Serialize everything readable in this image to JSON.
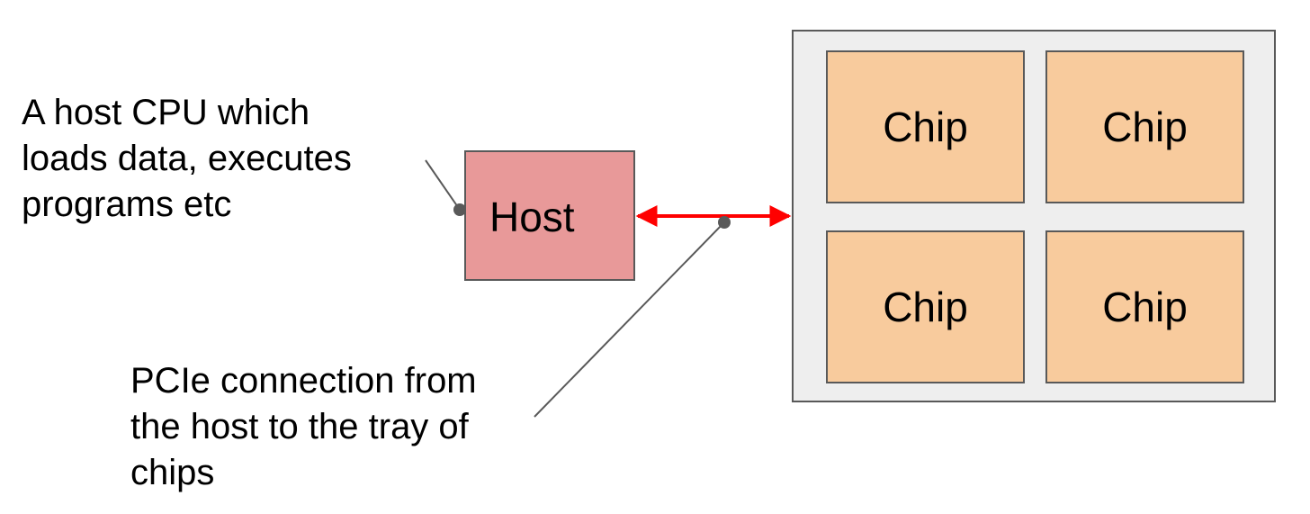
{
  "annotations": {
    "host_note": "A host CPU which\nloads data, executes\nprograms etc",
    "pcie_note": "PCIe connection from\nthe host to the tray of\nchips"
  },
  "host": {
    "label": "Host"
  },
  "tray": {
    "chips": [
      {
        "label": "Chip"
      },
      {
        "label": "Chip"
      },
      {
        "label": "Chip"
      },
      {
        "label": "Chip"
      }
    ]
  },
  "colors": {
    "host_fill": "#e89999",
    "chip_fill": "#f8cb9d",
    "tray_fill": "#eeeeee",
    "border": "#595959",
    "connection": "#ff0000",
    "leader_line": "#595959"
  }
}
